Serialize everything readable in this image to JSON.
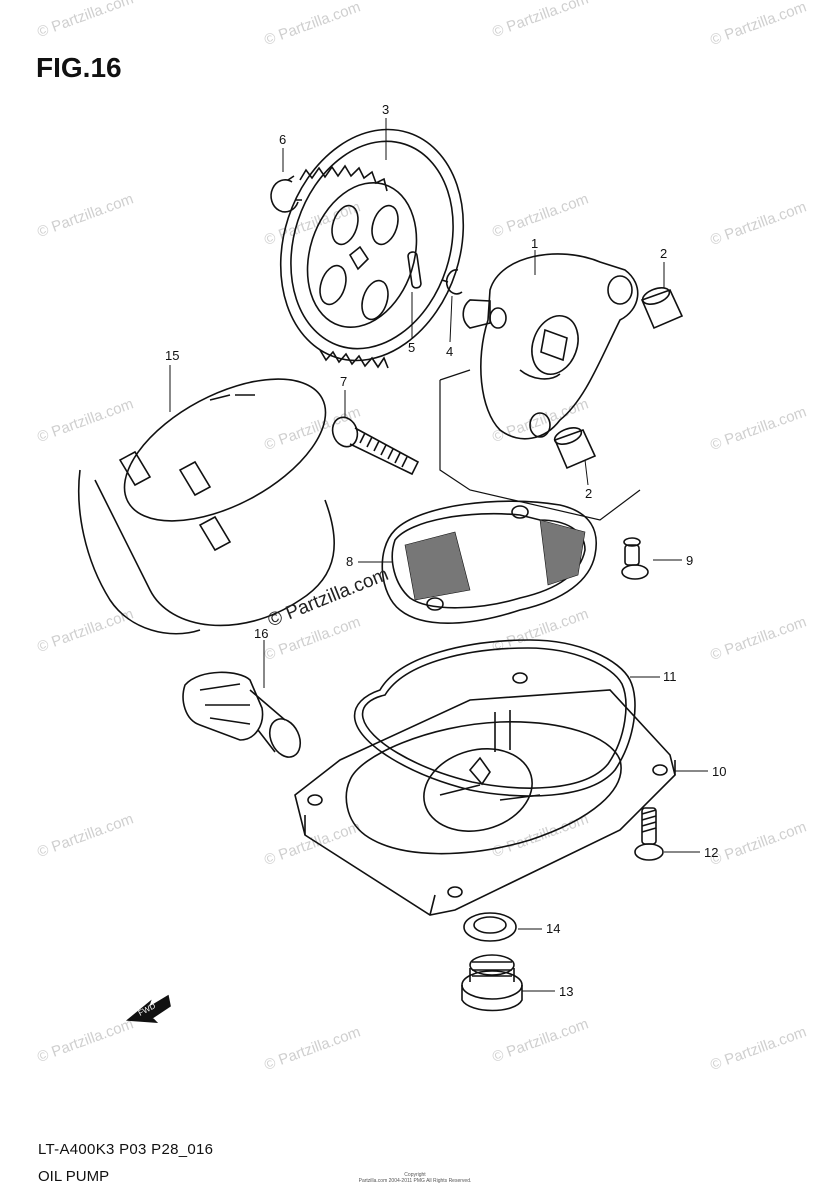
{
  "figure": {
    "title": "FIG.16",
    "model_code": "LT-A400K3 P03 P28_016",
    "name": "OIL PUMP",
    "copyright_lines": [
      "Copyright",
      "Partzilla.com 2004-2011 PMG All Rights Reserved."
    ],
    "center_watermark": "© Partzilla.com",
    "watermark": "© Partzilla.com",
    "front_arrow": "FWD"
  },
  "callouts": [
    {
      "num": "1"
    },
    {
      "num": "2"
    },
    {
      "num": "2"
    },
    {
      "num": "3"
    },
    {
      "num": "4"
    },
    {
      "num": "5"
    },
    {
      "num": "6"
    },
    {
      "num": "7"
    },
    {
      "num": "8"
    },
    {
      "num": "9"
    },
    {
      "num": "10"
    },
    {
      "num": "11"
    },
    {
      "num": "12"
    },
    {
      "num": "13"
    },
    {
      "num": "14"
    },
    {
      "num": "15"
    },
    {
      "num": "16"
    }
  ],
  "colors": {
    "ink": "#111111",
    "watermark": "#cfcfcf"
  }
}
